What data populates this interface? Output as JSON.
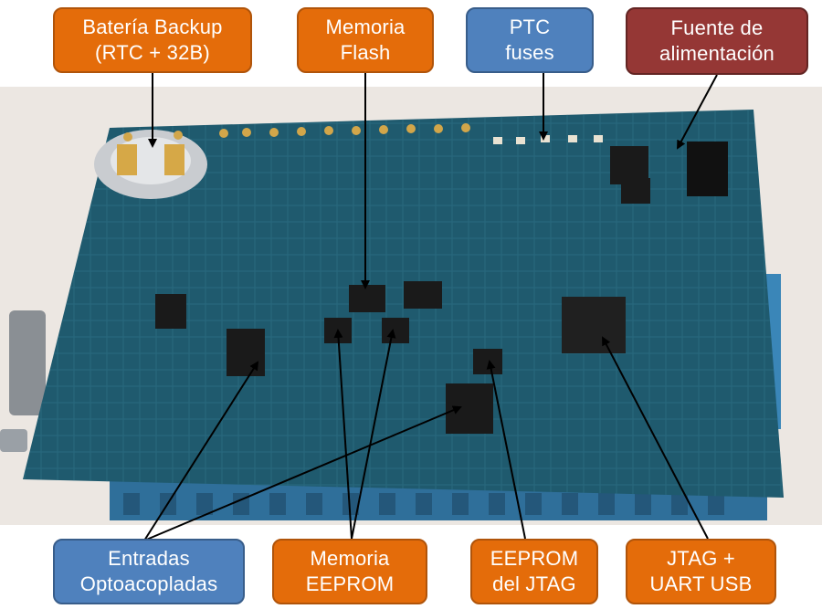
{
  "labels": {
    "bateria": "Batería Backup\n(RTC + 32B)",
    "flash": "Memoria\nFlash",
    "ptc": "PTC\nfuses",
    "fuente": "Fuente de\nalimentación",
    "entradas": "Entradas\nOptoacopladas",
    "eeprom": "Memoria\nEEPROM",
    "eeprom_jtag": "EEPROM\ndel JTAG",
    "jtag": "JTAG +\nUART USB"
  },
  "colors": {
    "orange": "#e46c0a",
    "blue": "#4f81bd",
    "maroon": "#953735",
    "pcb": "#1f5a6e",
    "arrow": "#000000"
  }
}
